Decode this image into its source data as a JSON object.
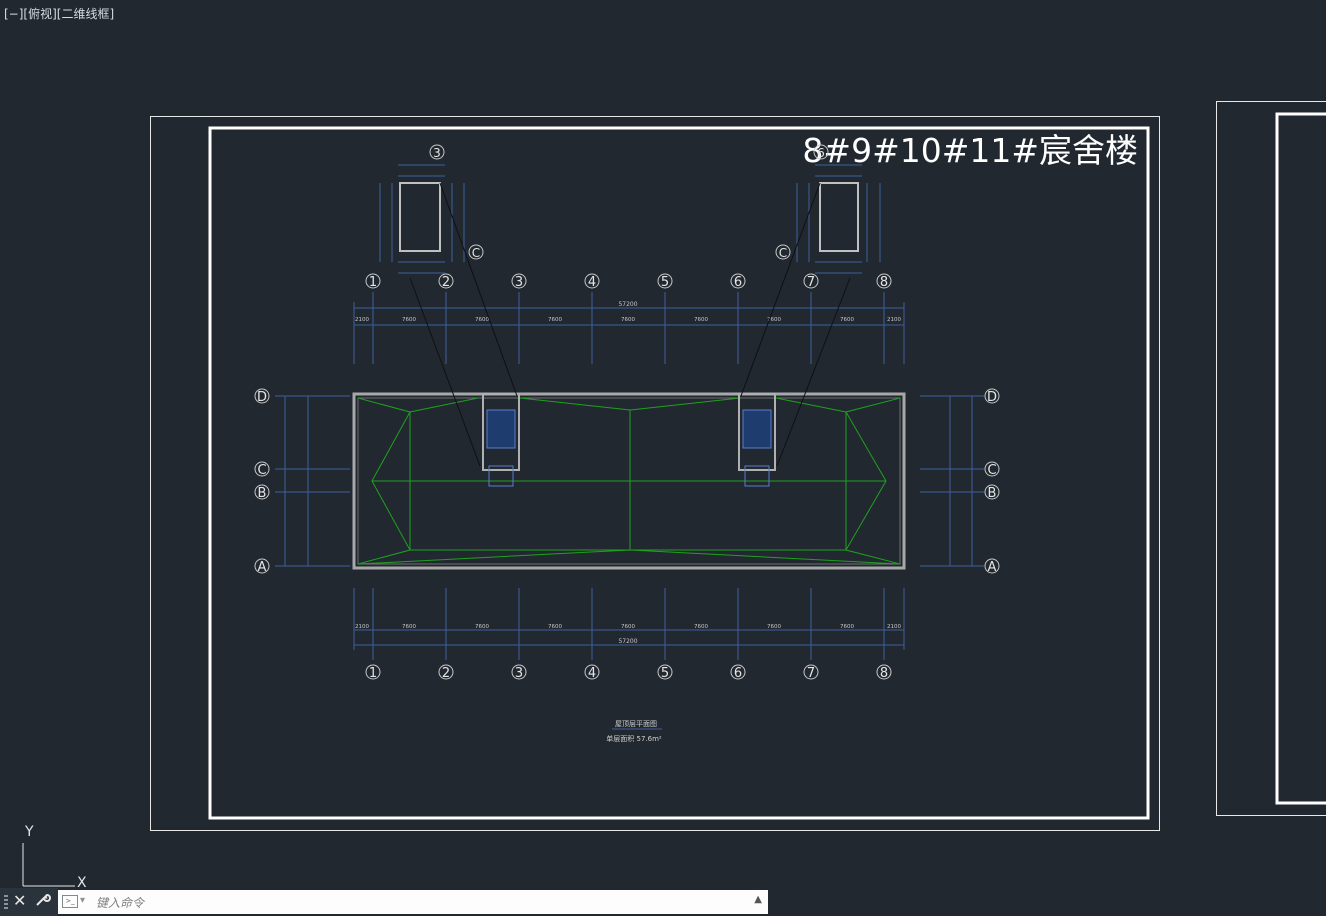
{
  "viewport": {
    "label": "[−][俯视][二维线框]"
  },
  "drawing": {
    "title": "8#9#10#11#宸舍楼",
    "subtitle": "屋顶层平面图",
    "area_note": "单层面积  57.6m²",
    "grid_numbers": [
      "1",
      "2",
      "3",
      "4",
      "5",
      "6",
      "7",
      "8"
    ],
    "grid_letters_top_down": [
      "D",
      "C",
      "B",
      "A"
    ],
    "top_dimensions": [
      "2100",
      "7600",
      "7600",
      "7600",
      "7600",
      "7600",
      "7600",
      "7600",
      "2100"
    ],
    "bottom_dimensions": [
      "2100",
      "7600",
      "7600",
      "7600",
      "7600",
      "7600",
      "7600",
      "7600",
      "2100"
    ],
    "overall_dimension": "57200",
    "stair_detail_left": {
      "axis_top": "3",
      "axis_side": "C"
    },
    "stair_detail_right": {
      "axis_top": "6",
      "axis_side": "C"
    }
  },
  "ucs": {
    "x_label": "X",
    "y_label": "Y"
  },
  "command_line": {
    "placeholder": "键入命令",
    "close_icon": "✕",
    "settings_icon": "wrench"
  },
  "colors": {
    "background": "#212830",
    "grid": "#3f5f9f",
    "roof_lines": "#1fa11f",
    "frame": "#ffffff"
  }
}
